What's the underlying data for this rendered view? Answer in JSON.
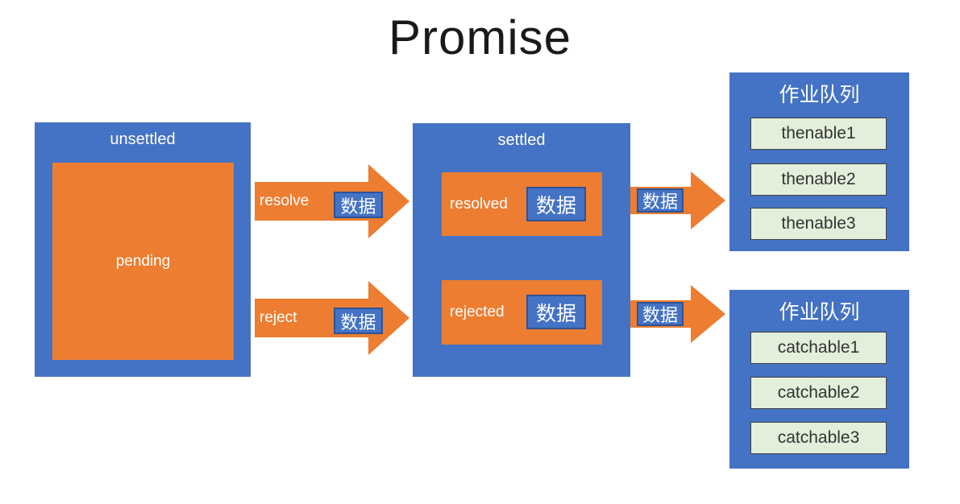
{
  "title": "Promise",
  "colors": {
    "blue": "#4472C4",
    "orange": "#ED7D31",
    "chip-border": "#2E5395",
    "queue-item-bg": "#E2EFDA",
    "queue-item-border": "#404040",
    "queue-item-text": "#333333",
    "title-text": "#1A1A1A"
  },
  "unsettled": {
    "title": "unsettled",
    "state": "pending"
  },
  "transitions": {
    "resolve": {
      "label": "resolve",
      "data": "数据"
    },
    "reject": {
      "label": "reject",
      "data": "数据"
    }
  },
  "settled": {
    "title": "settled",
    "resolved": {
      "label": "resolved",
      "data": "数据"
    },
    "rejected": {
      "label": "rejected",
      "data": "数据"
    }
  },
  "outputs": {
    "top": {
      "data": "数据"
    },
    "bottom": {
      "data": "数据"
    }
  },
  "queues": {
    "thenable": {
      "title": "作业队列",
      "items": [
        "thenable1",
        "thenable2",
        "thenable3"
      ]
    },
    "catchable": {
      "title": "作业队列",
      "items": [
        "catchable1",
        "catchable2",
        "catchable3"
      ]
    }
  }
}
